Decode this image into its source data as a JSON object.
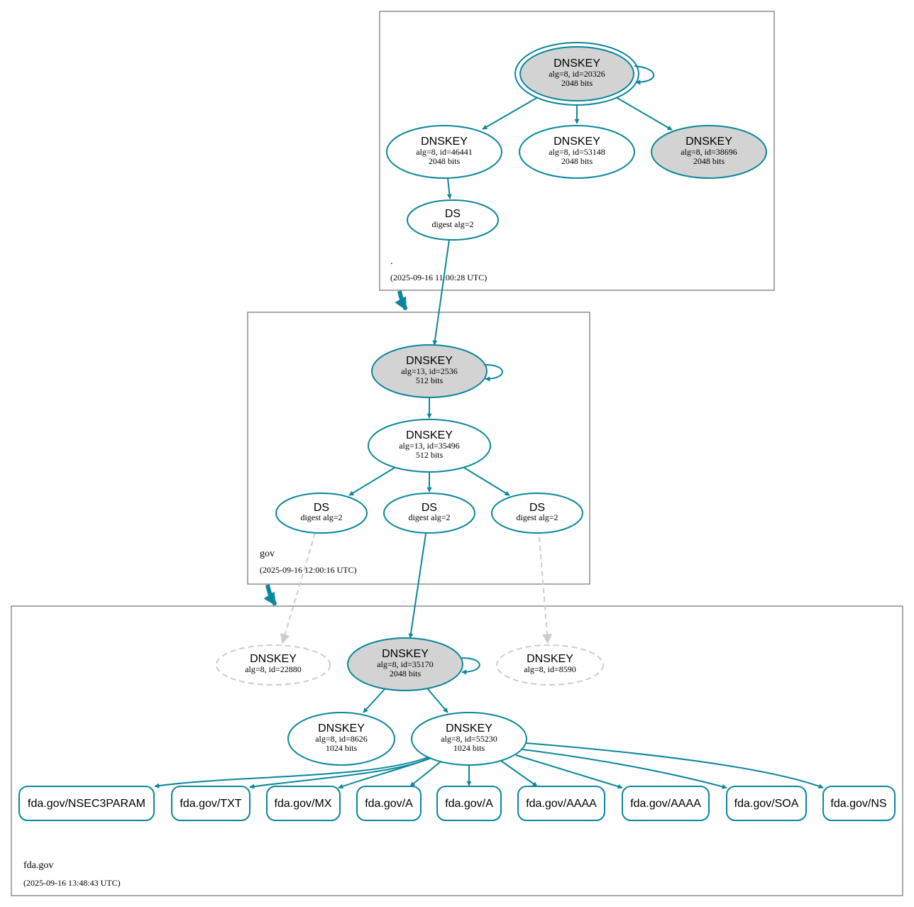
{
  "colors": {
    "edge": "#0a879a",
    "insecure": "#cccccc",
    "sep_fill": "#d3d3d3",
    "cluster_border": "#555555"
  },
  "zones": {
    "root": {
      "name": ".",
      "timestamp": "(2025-09-16 11:00:28 UTC)"
    },
    "gov": {
      "name": "gov",
      "timestamp": "(2025-09-16 12:00:16 UTC)"
    },
    "fda": {
      "name": "fda.gov",
      "timestamp": "(2025-09-16 13:48:43 UTC)"
    }
  },
  "nodes": {
    "root_ksk": {
      "title": "DNSKEY",
      "line1": "alg=8, id=20326",
      "line2": "2048 bits"
    },
    "root_zsk1": {
      "title": "DNSKEY",
      "line1": "alg=8, id=46441",
      "line2": "2048 bits"
    },
    "root_zsk2": {
      "title": "DNSKEY",
      "line1": "alg=8, id=53148",
      "line2": "2048 bits"
    },
    "root_ksk2": {
      "title": "DNSKEY",
      "line1": "alg=8, id=38696",
      "line2": "2048 bits"
    },
    "root_ds": {
      "title": "DS",
      "line1": "digest alg=2"
    },
    "gov_ksk": {
      "title": "DNSKEY",
      "line1": "alg=13, id=2536",
      "line2": "512 bits"
    },
    "gov_zsk": {
      "title": "DNSKEY",
      "line1": "alg=13, id=35496",
      "line2": "512 bits"
    },
    "gov_ds1": {
      "title": "DS",
      "line1": "digest alg=2"
    },
    "gov_ds2": {
      "title": "DS",
      "line1": "digest alg=2"
    },
    "gov_ds3": {
      "title": "DS",
      "line1": "digest alg=2"
    },
    "fda_missing1": {
      "title": "DNSKEY",
      "line1": "alg=8, id=22880"
    },
    "fda_ksk": {
      "title": "DNSKEY",
      "line1": "alg=8, id=35170",
      "line2": "2048 bits"
    },
    "fda_missing2": {
      "title": "DNSKEY",
      "line1": "alg=8, id=8590"
    },
    "fda_zsk1": {
      "title": "DNSKEY",
      "line1": "alg=8, id=8626",
      "line2": "1024 bits"
    },
    "fda_zsk2": {
      "title": "DNSKEY",
      "line1": "alg=8, id=55230",
      "line2": "1024 bits"
    }
  },
  "rrsets": [
    "fda.gov/NSEC3PARAM",
    "fda.gov/TXT",
    "fda.gov/MX",
    "fda.gov/A",
    "fda.gov/A",
    "fda.gov/AAAA",
    "fda.gov/AAAA",
    "fda.gov/SOA",
    "fda.gov/NS"
  ]
}
